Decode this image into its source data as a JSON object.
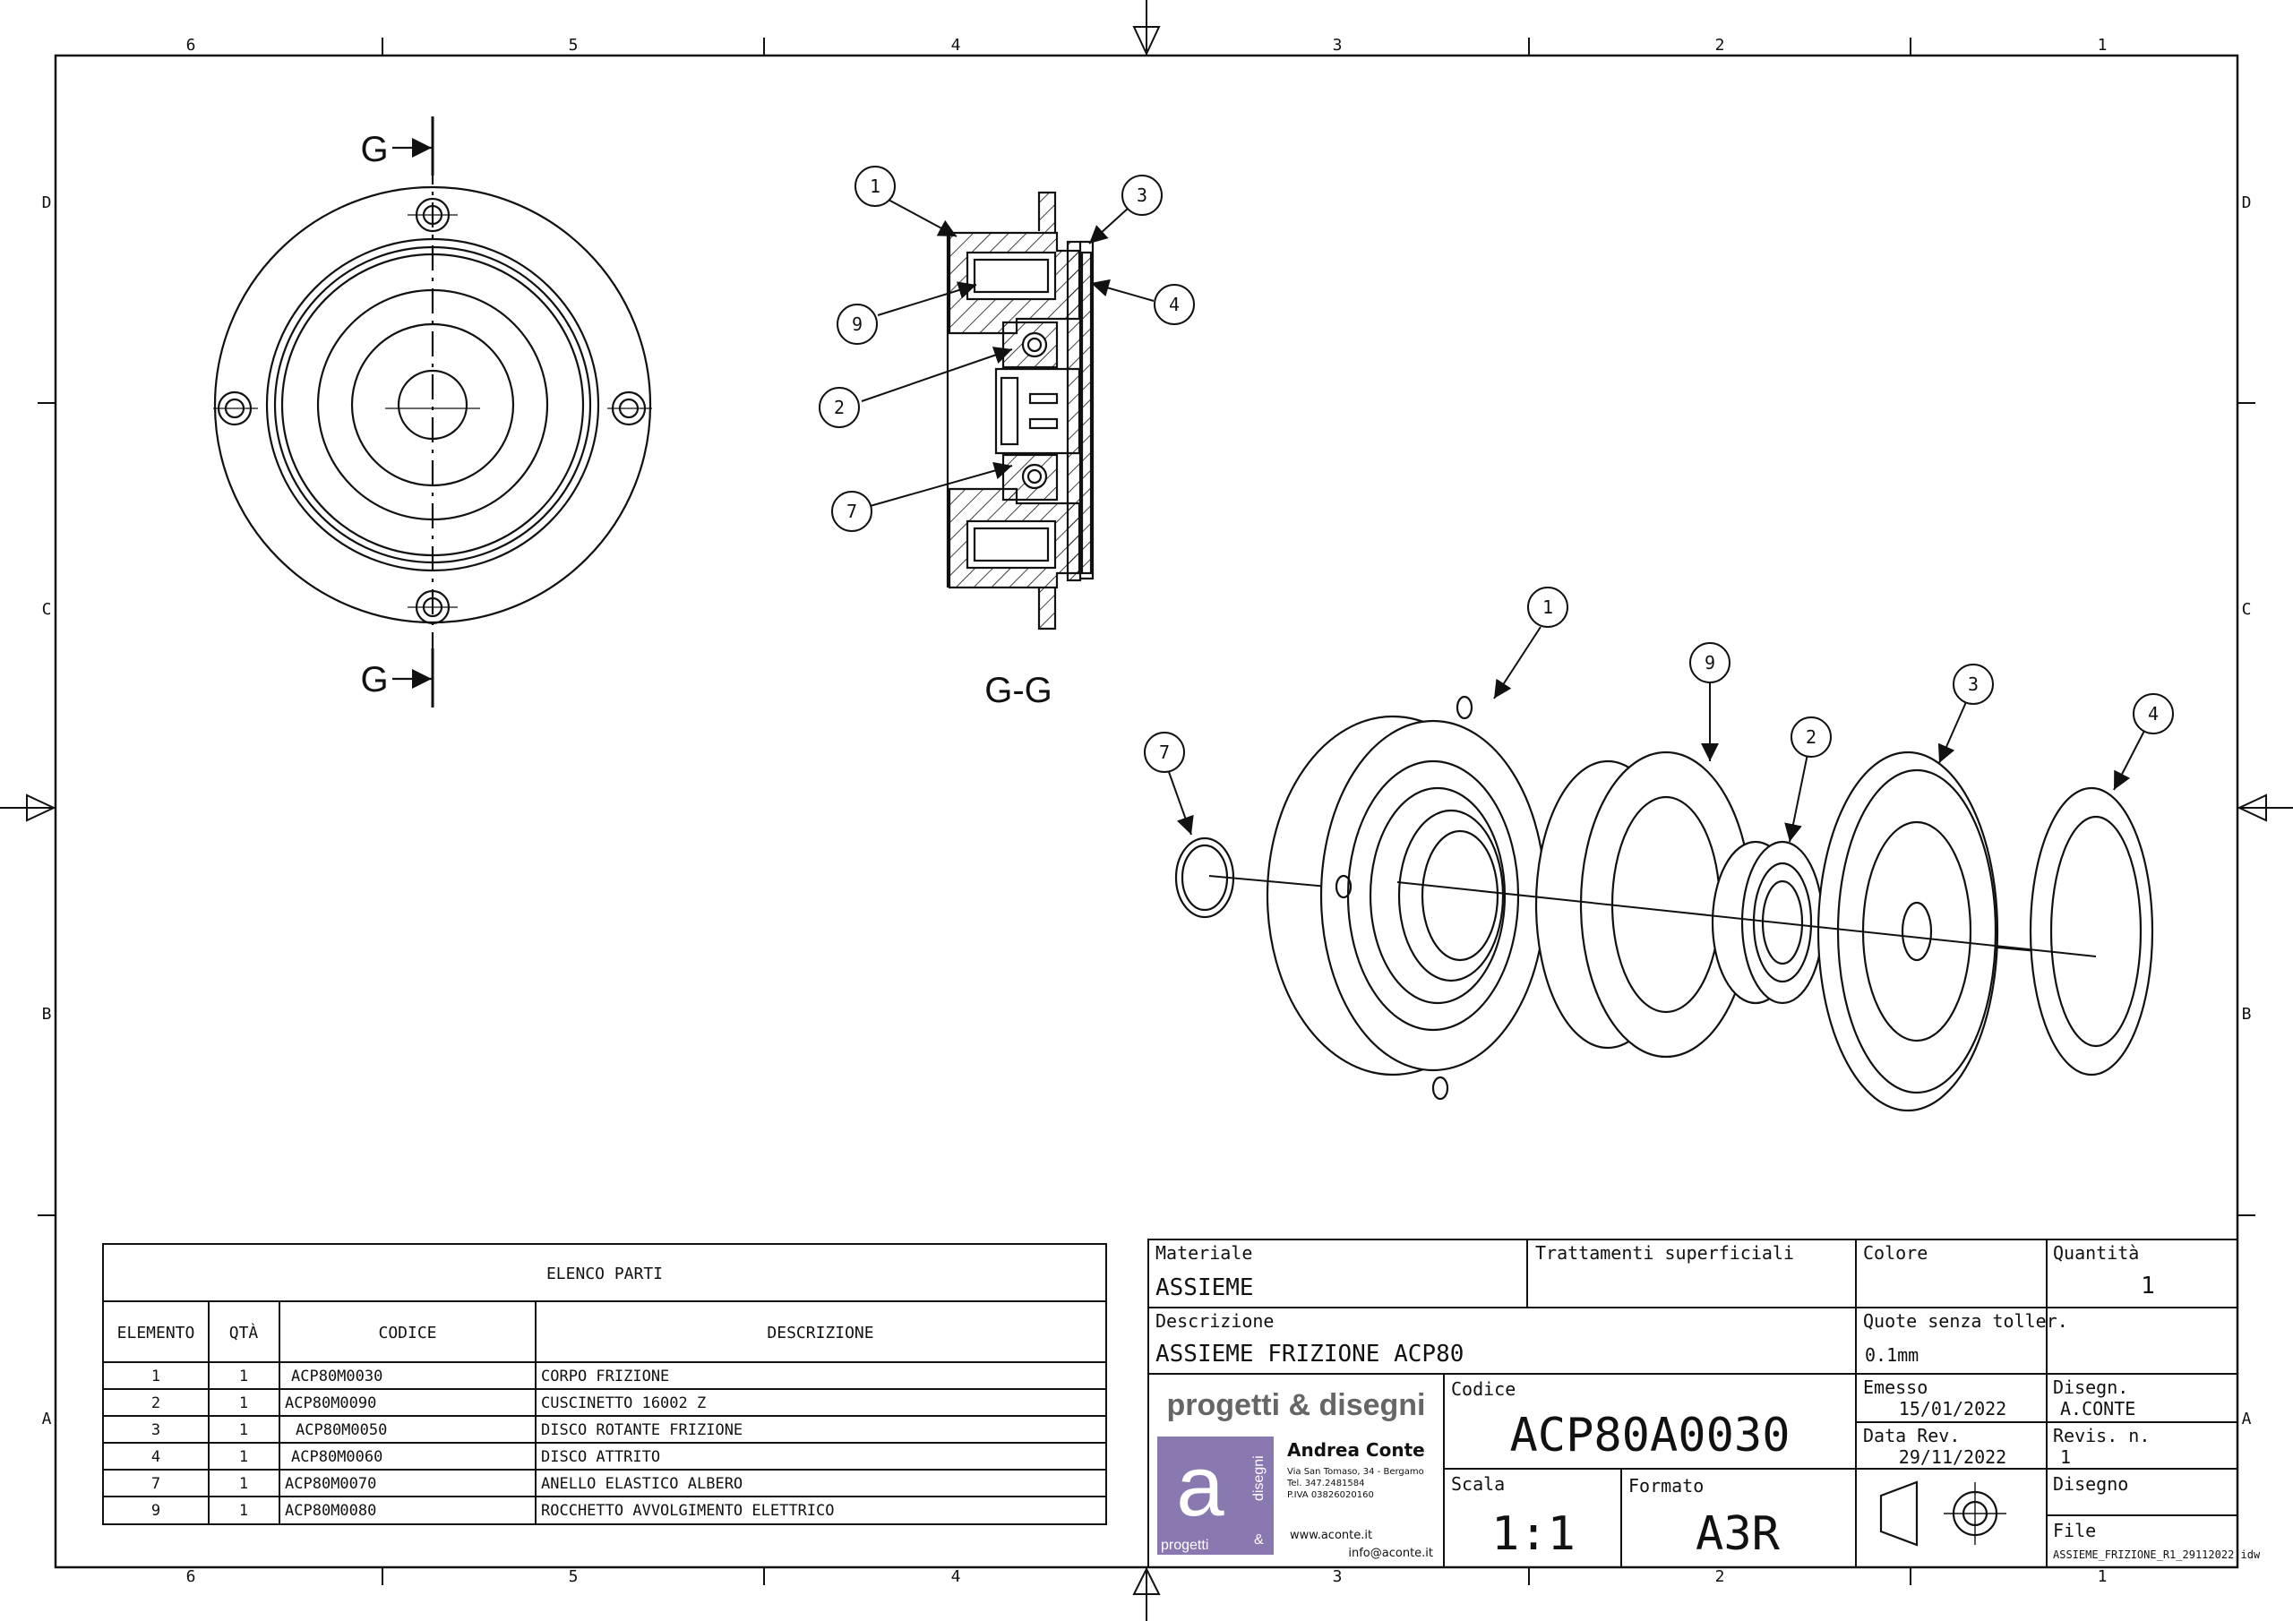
{
  "sheet": {
    "zones_top": [
      "6",
      "5",
      "4",
      "3",
      "2",
      "1"
    ],
    "zones_side": [
      "D",
      "C",
      "B",
      "A"
    ]
  },
  "views": {
    "section_mark_top": "G",
    "section_mark_bottom": "G",
    "section_title": "G-G"
  },
  "balloons": {
    "section": [
      "1",
      "3",
      "9",
      "4",
      "2",
      "7"
    ],
    "exploded": [
      "1",
      "9",
      "2",
      "3",
      "4",
      "7"
    ]
  },
  "parts_list": {
    "title": "ELENCO PARTI",
    "headers": [
      "ELEMENTO",
      "QTÀ",
      "CODICE",
      "DESCRIZIONE"
    ],
    "rows": [
      [
        "1",
        "1",
        "ACP80M0030",
        "CORPO FRIZIONE"
      ],
      [
        "2",
        "1",
        "ACP80M0090",
        "CUSCINETTO 16002 Z"
      ],
      [
        "3",
        "1",
        "ACP80M0050",
        "DISCO ROTANTE FRIZIONE"
      ],
      [
        "4",
        "1",
        "ACP80M0060",
        "DISCO ATTRITO"
      ],
      [
        "7",
        "1",
        "ACP80M0070",
        "ANELLO ELASTICO ALBERO"
      ],
      [
        "9",
        "1",
        "ACP80M0080",
        "ROCCHETTO AVVOLGIMENTO ELETTRICO"
      ]
    ]
  },
  "title_block": {
    "materiale_label": "Materiale",
    "materiale": "ASSIEME",
    "trattamenti_label": "Trattamenti superficiali",
    "colore_label": "Colore",
    "quantita_label": "Quantità",
    "quantita": "1",
    "descrizione_label": "Descrizione",
    "descrizione": "ASSIEME FRIZIONE ACP80",
    "quote_label": "Quote senza toller.",
    "quote": "0.1mm",
    "codice_label": "Codice",
    "codice": "ACP80A0030",
    "emesso_label": "Emesso",
    "emesso": "15/01/2022",
    "disegn_label": "Disegn.",
    "disegn": "A.CONTE",
    "data_rev_label": "Data Rev.",
    "data_rev": "29/11/2022",
    "revis_label": "Revis. n.",
    "revis": "1",
    "scala_label": "Scala",
    "scala": "1:1",
    "formato_label": "Formato",
    "formato": "A3R",
    "disegno_label": "Disegno",
    "file_label": "File",
    "file": "ASSIEME_FRIZIONE_R1_29112022.idw"
  },
  "company": {
    "brand": "progetti & disegni",
    "name": "Andrea Conte",
    "address": "Via San Tomaso, 34 - Bergamo",
    "tel": "Tel. 347.2481584",
    "piva": "P.IVA 03826020160",
    "web": "www.aconte.it",
    "email": "info@aconte.it",
    "logo_letter": "a",
    "logo_word_1": "progetti",
    "logo_word_2": "&",
    "logo_word_3": "disegni",
    "logo_color": "#8a78b0"
  }
}
